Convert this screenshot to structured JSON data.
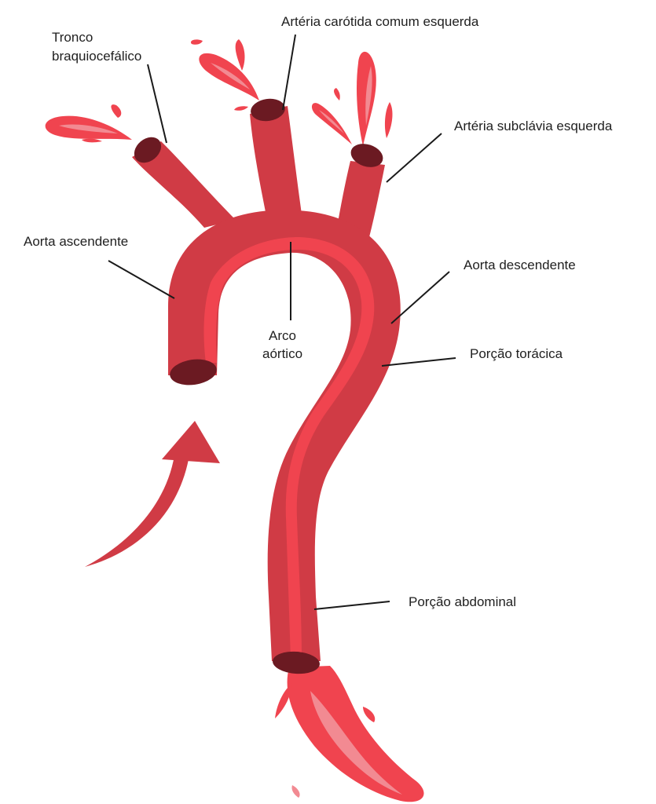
{
  "colors": {
    "artery": "#D03B45",
    "artery_highlight": "#F0444F",
    "lumen": "#6B1A22",
    "blood_light": "#F28A92",
    "label_text": "#1f1f1f",
    "leader_line": "#1a1a1a"
  },
  "labels": {
    "tronco_line1": "Tronco",
    "tronco_line2": "braquiocefálico",
    "carotida": "Artéria carótida comum esquerda",
    "subclavia": "Artéria subclávia esquerda",
    "aorta_ascendente": "Aorta ascendente",
    "aorta_descendente": "Aorta descendente",
    "arco_line1": "Arco",
    "arco_line2": "aórtico",
    "porcao_toracica": "Porção torácica",
    "porcao_abdominal": "Porção abdominal"
  },
  "icons": {
    "flow_arrow": "curved-arrow-icon"
  }
}
